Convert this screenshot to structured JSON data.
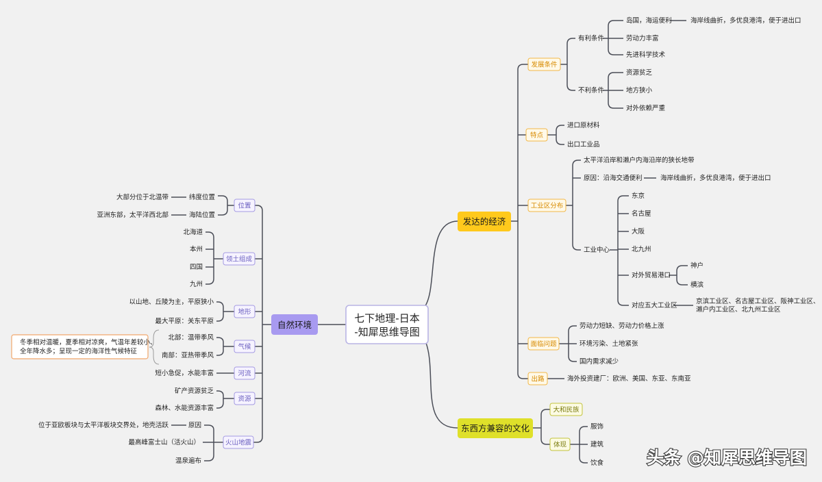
{
  "root": {
    "line1": "七下地理-日本",
    "line2": "-知犀思维导图"
  },
  "branches": {
    "economy": {
      "label": "发达的经济",
      "color": "#ffc91c"
    },
    "culture": {
      "label": "东西方兼容的文化",
      "color": "#dfe02a"
    },
    "nature": {
      "label": "自然环境",
      "color": "#a89af0"
    }
  },
  "economy": {
    "conditions": {
      "label": "发展条件",
      "favorable": {
        "label": "有利条件",
        "island": "岛国，海运便利",
        "coast": "海岸线曲折，多优良港湾，便于进出口",
        "labor": "劳动力丰富",
        "tech": "先进科学技术"
      },
      "unfavorable": {
        "label": "不利条件",
        "items": [
          "资源贫乏",
          "地方狭小",
          "对外依赖严重"
        ]
      }
    },
    "features": {
      "label": "特点",
      "items": [
        "进口原材料",
        "出口工业品"
      ]
    },
    "industry": {
      "label": "工业区分布",
      "belt": "太平洋沿岸和濑户内海沿岸的狭长地带",
      "reason": "原因：沿海交通便利",
      "reason_detail": "海岸线曲折，多优良港湾，便于进出口",
      "centers": {
        "label": "工业中心",
        "cities": [
          "东京",
          "名古屋",
          "大阪",
          "北九州"
        ],
        "ports": {
          "label": "对外贸易港口",
          "items": [
            "神户",
            "横滨"
          ]
        },
        "five": {
          "label": "对应五大工业区",
          "line1": "京滨工业区、名古屋工业区、阪神工业区、",
          "line2": "濑户内工业区、北九州工业区"
        }
      }
    },
    "problems": {
      "label": "面临问题",
      "items": [
        "劳动力短缺、劳动力价格上涨",
        "环境污染、土地紧张",
        "国内需求减少"
      ]
    },
    "solution": {
      "label": "出路",
      "text": "海外投资建厂：欧洲、美国、东亚、东南亚"
    }
  },
  "culture": {
    "yamato": "大和民族",
    "embody": {
      "label": "体现",
      "items": [
        "服饰",
        "建筑",
        "饮食"
      ]
    }
  },
  "nature": {
    "location": {
      "label": "位置",
      "lat_label": "纬度位置",
      "lat_value": "大部分位于北温带",
      "sea_label": "海陆位置",
      "sea_value": "亚洲东部，太平洋西北部"
    },
    "territory": {
      "label": "领土组成",
      "items": [
        "北海道",
        "本州",
        "四国",
        "九州"
      ]
    },
    "terrain": {
      "label": "地形",
      "items": [
        "以山地、丘陵为主，平原狭小",
        "最大平原：关东平原"
      ]
    },
    "climate": {
      "label": "气候",
      "items": [
        "北部：温带季风",
        "南部：亚热带季风"
      ],
      "note": {
        "line1": "冬季相对温暖，夏季相对凉爽，气温年差较小、",
        "line2": "全年降水多；呈现一定的海洋性气候特征"
      }
    },
    "rivers": {
      "label": "河流",
      "text": "短小急促，水能丰富"
    },
    "resources": {
      "label": "资源",
      "items": [
        "矿产资源贫乏",
        "森林、水能资源丰富"
      ]
    },
    "volcano": {
      "label": "火山地震",
      "cause_label": "原因",
      "cause": "位于亚欧板块与太平洋板块交界处，地壳活跃",
      "fuji": "最高峰富士山（活火山）",
      "hot_spring": "温泉遍布"
    }
  },
  "watermark": "头条 @知犀思维导图"
}
